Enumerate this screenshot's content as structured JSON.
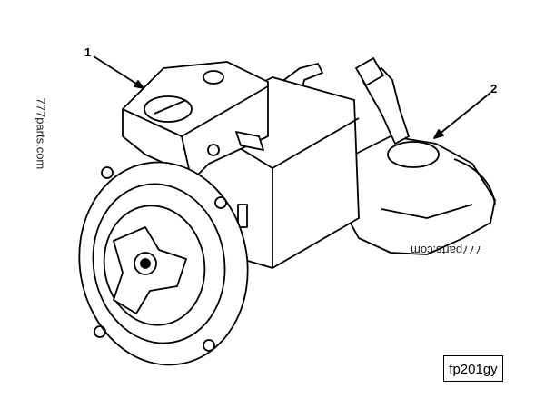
{
  "callouts": [
    {
      "number": "1"
    },
    {
      "number": "2"
    }
  ],
  "figure_code": "fp201gy",
  "watermarks": [
    "777parts.com",
    "777parts.com"
  ],
  "colors": {
    "ink": "#000000",
    "background": "#ffffff"
  }
}
